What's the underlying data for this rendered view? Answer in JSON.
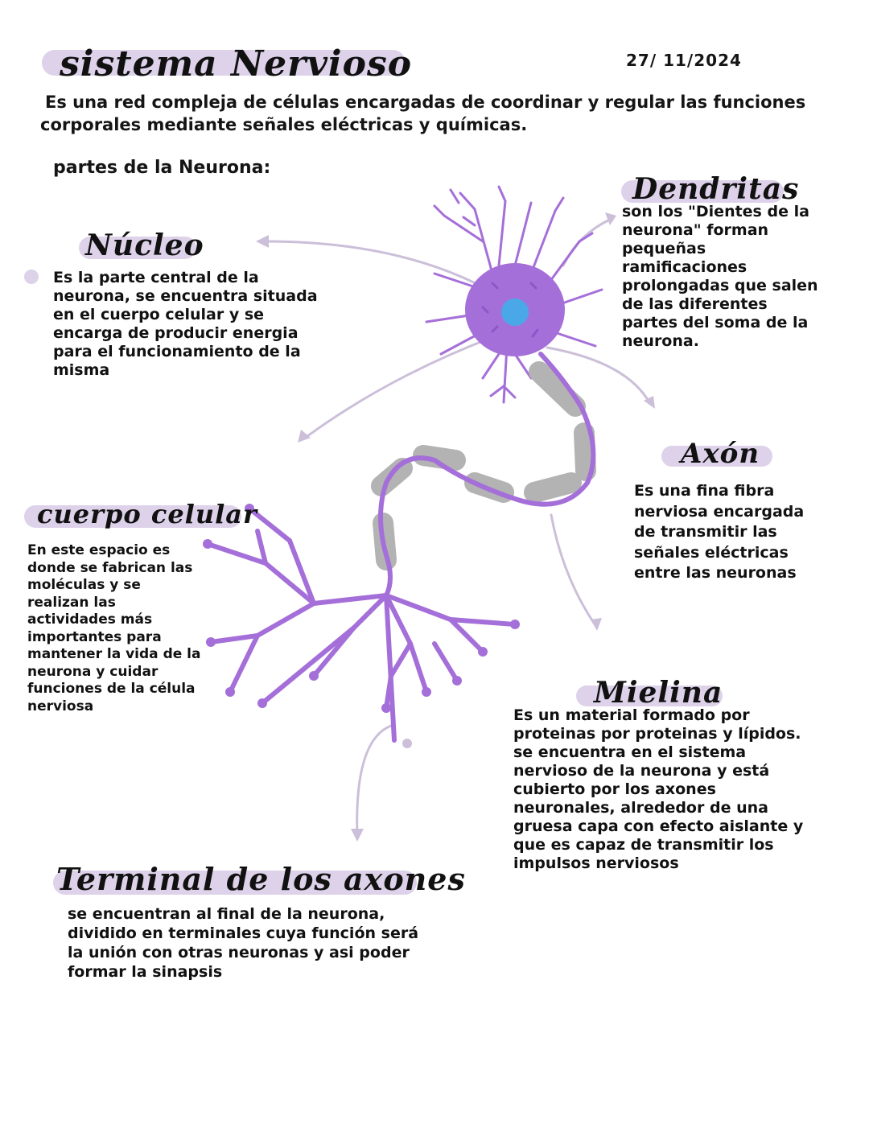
{
  "colors": {
    "highlight": "#d7cbe6",
    "neuron": "#a56fd9",
    "neuron_dark": "#8e55c9",
    "myelin": "#b3b3b3",
    "nucleus": "#4aa8e8",
    "arrow": "#c9bcd8"
  },
  "page": {
    "title": "sistema Nervioso",
    "date": "27/ 11/2024",
    "intro_line1": "Es una red compleja de células encargadas de coordinar y regular las funciones",
    "intro_line2": "corporales mediante señales eléctricas y químicas.",
    "parts_heading": "partes de la Neurona:"
  },
  "sections": {
    "nucleo": {
      "title": "Núcleo",
      "text": "Es la parte central de la neurona, se encuentra situada en el cuerpo celular y se encarga de producir energia para el funcionamiento de la misma"
    },
    "dendritas": {
      "title": "Dendritas",
      "text": "son los \"Dientes de la neurona\" forman pequeñas ramificaciones prolongadas que salen de las diferentes partes del soma de la neurona."
    },
    "axon": {
      "title": "Axón",
      "text": "Es una fina fibra nerviosa encargada de transmitir las señales eléctricas entre las neuronas"
    },
    "cuerpo": {
      "title": "cuerpo celular",
      "text": "En este espacio es donde se fabrican las moléculas y se realizan las actividades más importantes para mantener la vida de la neurona y cuidar funciones de la célula nerviosa"
    },
    "mielina": {
      "title": "Mielina",
      "text": "Es un material formado por proteinas por proteinas y lípidos. se encuentra en el sistema nervioso de la neurona y está cubierto por los axones neuronales, alrededor de una gruesa capa con efecto aislante y que es capaz de transmitir los impulsos nerviosos"
    },
    "terminal": {
      "title": "Terminal de los axones",
      "text": "se encuentran al final de la neurona, dividido en terminales cuya función será la unión con otras neuronas y asi poder formar la sinapsis"
    }
  },
  "icons": [
    "bullet-dot",
    "neuron-illustration",
    "pointer-arrow"
  ]
}
